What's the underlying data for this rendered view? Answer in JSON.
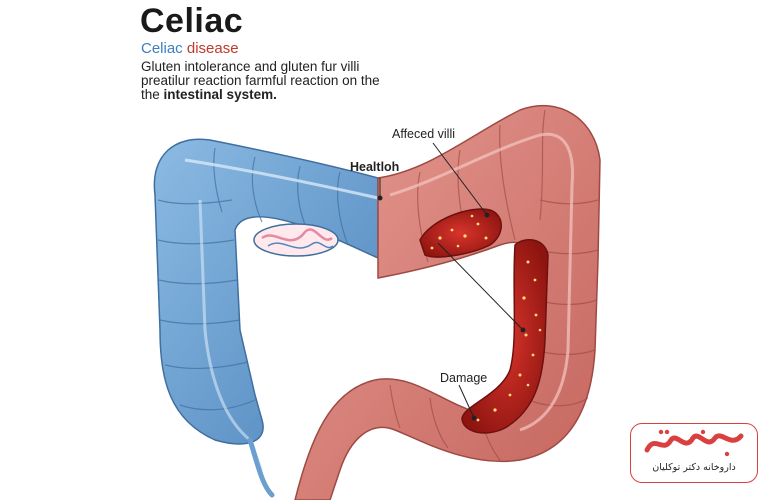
{
  "header": {
    "title": "Celiac",
    "subtitle_part1": "Celiac",
    "subtitle_part2": "disease",
    "desc_line1": "Gluten intolerance and gluten fur villi",
    "desc_line2": "preatilur reaction farmful reaction on the",
    "desc_line3_a": "the",
    "desc_line3_b": "intestinal  system."
  },
  "labels": {
    "healthy": "Healtloh",
    "affected": "Affeced villi",
    "damage": "Damage"
  },
  "logo": {
    "text": "داروخانه دکتر توکلیان"
  },
  "colors": {
    "healthy_blue": "#6a9fcf",
    "inflamed_red": "#d9807a",
    "damage_red": "#b3201a",
    "title_blue": "#3d7fc1",
    "title_red": "#c0392b",
    "logo_red": "#d94040"
  }
}
